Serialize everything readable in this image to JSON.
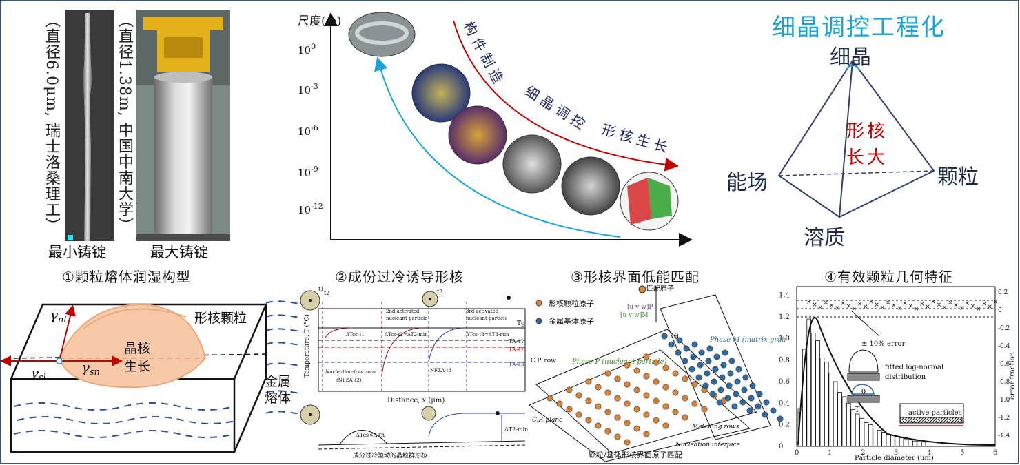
{
  "ingots": {
    "small_note": "（直径6.0μm, 瑞士洛桑理工）",
    "large_note": "（直径1.38m, 中国中南大学）",
    "small_caption": "最小铸锭",
    "large_caption": "最大铸锭"
  },
  "scale_chart": {
    "ylabel": "尺度(m)",
    "ticks": [
      {
        "base": "10",
        "exp": "0"
      },
      {
        "base": "10",
        "exp": "-3"
      },
      {
        "base": "10",
        "exp": "-6"
      },
      {
        "base": "10",
        "exp": "-9"
      },
      {
        "base": "10",
        "exp": "-12"
      }
    ],
    "labels": [
      "构件制造",
      "细晶调控",
      "形核生长"
    ]
  },
  "tetra": {
    "title": "细晶调控工程化",
    "top": "细晶",
    "left": "能场",
    "right": "颗粒",
    "bottom": "溶质",
    "center_line1": "形核",
    "center_line2": "长大"
  },
  "sections": {
    "s1": "①颗粒熔体润湿构型",
    "s2": "②成份过冷诱导形核",
    "s3": "③形核界面低能匹配",
    "s4": "④有效颗粒几何特征"
  },
  "panel1": {
    "particle": "形核颗粒",
    "nucleus_line1": "晶核",
    "nucleus_line2": "生长",
    "melt_line1": "金属",
    "melt_line2": "熔体",
    "g_nl": "γ",
    "g_nl_sub": "nl",
    "g_sl": "γ",
    "g_sl_sub": "sl",
    "g_sn": "γ",
    "g_sn_sub": "sn"
  },
  "panel2": {
    "yaxis": "Temperature, T (°C)",
    "xaxis": "Distance, x (μm)",
    "second": "2nd activated",
    "second2": "nucleant particle",
    "third": "3rd activated",
    "third2": "nucleant particle",
    "nfz": "Nucleation-free zone",
    "nfz2": "(NFZA-ℓ2)",
    "nfz_b": "NFZA-ℓ3",
    "tg": "Tg",
    "t1": "t1",
    "t2": "t2",
    "t3": "t3",
    "dt1": "ΔTcs-ℓ1",
    "dt2": "ΔTcs-ℓ2=ΔT2-min",
    "dt3": "ΔTcs-ℓ3=ΔT3-min",
    "ta1": "TA-ℓ1",
    "ta2": "TA-ℓ2",
    "ta3": "TA-ℓ3",
    "bottom_eq": "ΔTcs<ΔTn",
    "bottom_min": "ΔT2-min",
    "bottom_caption": "成分过冷驱动的晶粒群形核"
  },
  "panel3": {
    "legend1": "形核颗粒原子",
    "legend2": "金属基体原子",
    "match_atom": "匹配原子",
    "phase_p": "Phase P (nucleant particle)",
    "phase_m": "Phase M (matrix grain)",
    "cp_row": "C.P. row",
    "cp_plane": "C.P. plane",
    "matching": "Matching rows",
    "interface": "Nucleation interface",
    "uvw_p": "[u v w]P",
    "uvw_m": "[u v w]M",
    "theta": "θ",
    "caption": "颗粒/基体形核界面原子匹配",
    "colors": {
      "particle": "#d9843a",
      "matrix": "#2c6aa0"
    }
  },
  "panel4": {
    "xaxis": "Particle diameter (μm)",
    "yaxis_right": "error fraction",
    "error_label": "± 10% error",
    "fit_label1": "fitted log-normal",
    "fit_label2": "distribution",
    "active_label": "active particles",
    "theta": "θ",
    "t": "T",
    "x_ticks": [
      "0",
      "1",
      "2",
      "3",
      "4",
      "5",
      "6"
    ],
    "y_left_ticks": [
      "0",
      "0.2",
      "0.4",
      "0.6",
      "0.8",
      "1.0",
      "1.2",
      "1.4"
    ],
    "y_right_ticks": [
      "0.2",
      "0",
      "-0.2",
      "-0.4",
      "-0.6",
      "-0.8",
      "-1.0",
      "-1.2",
      "-1.4"
    ]
  }
}
